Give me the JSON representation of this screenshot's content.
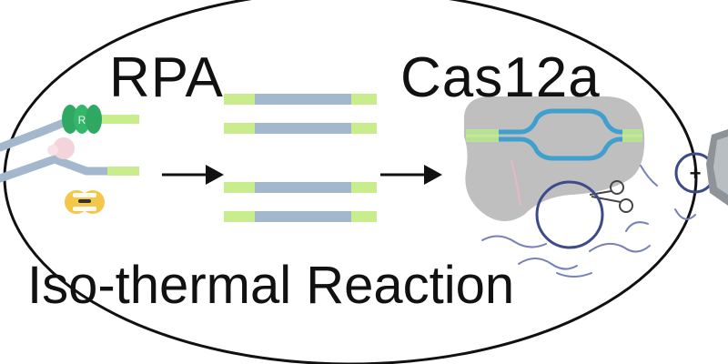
{
  "labels": {
    "amplification": "RPA",
    "detection": "Cas12a",
    "reaction": "Iso-thermal Reaction"
  },
  "colors": {
    "dna_strand": "#a3b8cd",
    "primer": "#c9ec8c",
    "recombinase": "#2fa862",
    "ssb_protein": "#f3c84a",
    "polymerase": "#f3d4da",
    "cas12a_body": "#b4b4b4",
    "crRNA_duplex": "#3f9fce",
    "reporter": "#7781b8",
    "outline": "#111111"
  },
  "icons": [
    "recombinase-icon",
    "polymerase-icon",
    "ssb-protein-icon",
    "scissors-icon",
    "reporter-probe-icon",
    "signal-plus-icon"
  ],
  "signal_symbol": "+"
}
